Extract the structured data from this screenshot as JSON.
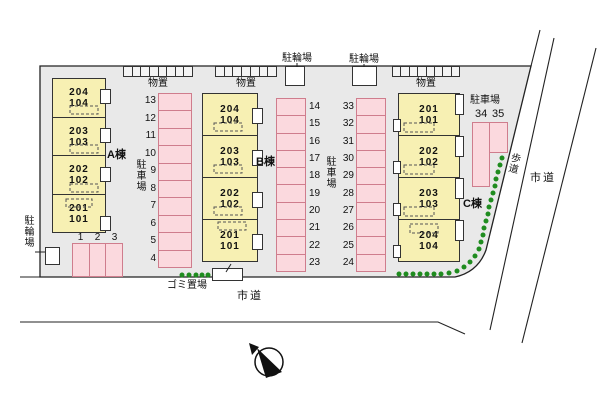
{
  "site": {
    "buildings": [
      {
        "name": "A棟",
        "units": [
          [
            "204",
            "104"
          ],
          [
            "203",
            "103"
          ],
          [
            "202",
            "102"
          ],
          [
            "201",
            "101"
          ]
        ]
      },
      {
        "name": "B棟",
        "units": [
          [
            "204",
            "104"
          ],
          [
            "203",
            "103"
          ],
          [
            "202",
            "102"
          ],
          [
            "201",
            "101"
          ]
        ]
      },
      {
        "name": "C棟",
        "units": [
          [
            "201",
            "101"
          ],
          [
            "202",
            "102"
          ],
          [
            "203",
            "103"
          ],
          [
            "204",
            "104"
          ]
        ]
      }
    ],
    "parking": {
      "col_a": {
        "label": "駐車場",
        "stalls": [
          "13",
          "12",
          "11",
          "10",
          "9",
          "8",
          "7",
          "6",
          "5",
          "4"
        ]
      },
      "col_b": {
        "label": "駐車場",
        "left": [
          "14",
          "15",
          "16",
          "17",
          "18",
          "19",
          "20",
          "21",
          "22",
          "23"
        ],
        "right": [
          "33",
          "32",
          "31",
          "30",
          "29",
          "28",
          "27",
          "26",
          "25",
          "24"
        ]
      },
      "front": {
        "stalls": [
          "1",
          "2",
          "3"
        ]
      },
      "col_c": {
        "label": "駐車場",
        "stalls": [
          "34",
          "35"
        ]
      }
    },
    "facilities": {
      "storage": "物置",
      "bicycle": "駐輪場",
      "garbage": "ゴミ置場"
    },
    "roads": {
      "city_road": "市道",
      "sidewalk": "歩道"
    },
    "colors": {
      "building_fill": "#f7f0b3",
      "stall_fill": "#fbd9de",
      "stall_border": "#cf7d8d",
      "site_fill": "#e9e9e9",
      "hedge_green": "#1f8c1f"
    }
  }
}
